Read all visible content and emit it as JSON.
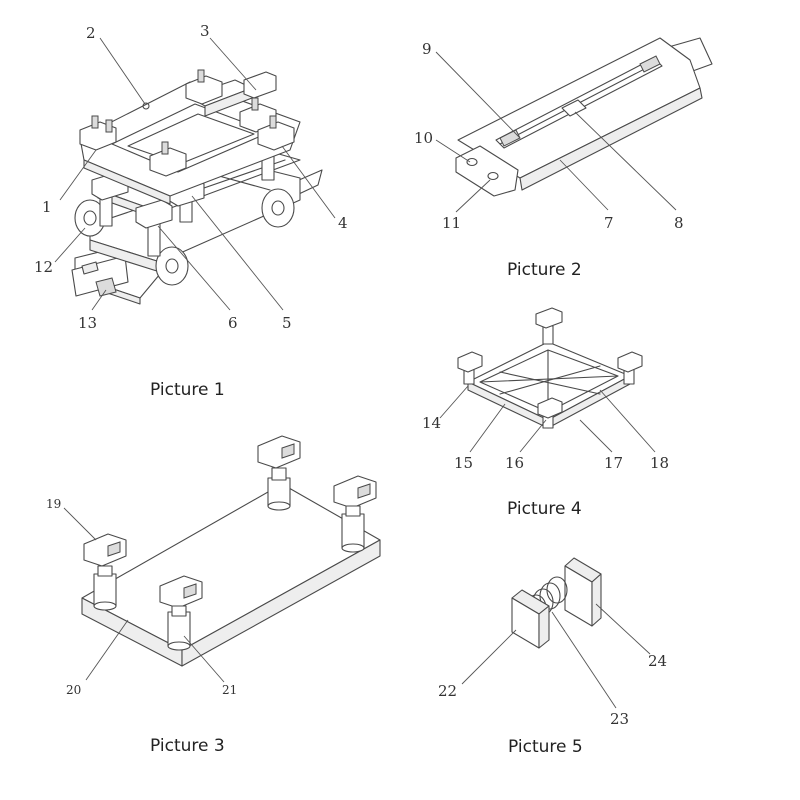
{
  "figures": [
    {
      "id": "p1",
      "caption": "Picture 1",
      "labels": [
        "1",
        "2",
        "3",
        "4",
        "5",
        "6",
        "12",
        "13"
      ]
    },
    {
      "id": "p2",
      "caption": "Picture 2",
      "labels": [
        "7",
        "8",
        "9",
        "10",
        "11"
      ]
    },
    {
      "id": "p3",
      "caption": "Picture 3",
      "labels": [
        "19",
        "20",
        "21"
      ]
    },
    {
      "id": "p4",
      "caption": "Picture 4",
      "labels": [
        "14",
        "15",
        "16",
        "17",
        "18"
      ]
    },
    {
      "id": "p5",
      "caption": "Picture 5",
      "labels": [
        "22",
        "23",
        "24"
      ]
    }
  ]
}
